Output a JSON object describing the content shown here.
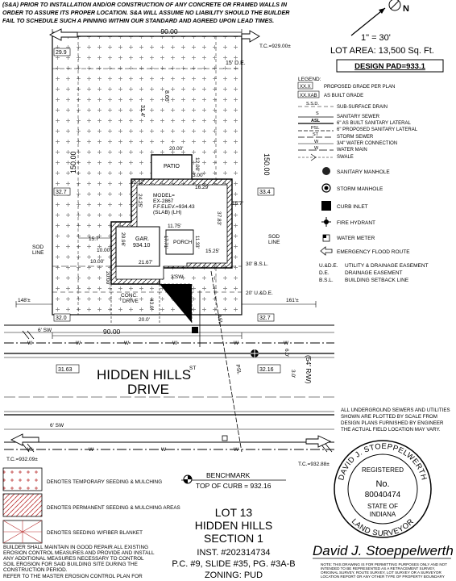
{
  "header_note": [
    "(S&A) PRIOR TO INSTALLATION AND/OR CONSTRUCTION OF ANY CONCRETE OR FRAMED WALLS IN",
    "ORDER TO ASSURE ITS PROPER LOCATION. S&A WILL ASSUME NO LIABILITY SHOULD THE BUILDER",
    "FAIL TO SCHEDULE SUCH A PINNING WITHIN OUR STANDARD AND AGREED UPON LEAD TIMES."
  ],
  "scale": "1\" = 30'",
  "lot_area": "LOT AREA: 13,500 Sq. Ft.",
  "design_pad": "DESIGN PAD=933.1",
  "legend": {
    "title": "LEGEND:",
    "items": [
      {
        "sym": "XX.X",
        "label": "PROPOSED GRADE PER PLAN"
      },
      {
        "sym": "XX.XAB",
        "label": "AS BUILT GRADE"
      },
      {
        "sym": "S.S.D.",
        "label": "SUB-SURFACE DRAIN"
      },
      {
        "sym": "S",
        "label": "SANITARY SEWER"
      },
      {
        "sym": "ASL",
        "label": "6\" AS BUILT SANITARY LATERAL"
      },
      {
        "sym": "PSL",
        "label": "6\" PROPOSED SANITARY LATERAL"
      },
      {
        "sym": "ST",
        "label": "STORM SEWER"
      },
      {
        "sym": "W",
        "label": "3/4\" WATER CONNECTION"
      },
      {
        "sym": "W",
        "label": "WATER MAIN"
      },
      {
        "sym": "",
        "label": "SWALE"
      }
    ],
    "symbols": [
      {
        "label": "SANITARY MANHOLE"
      },
      {
        "label": "STORM MANHOLE"
      },
      {
        "label": "CURB INLET"
      },
      {
        "label": "FIRE HYDRANT"
      },
      {
        "label": "WATER METER"
      },
      {
        "label": "EMERGENCY FLOOD ROUTE"
      }
    ],
    "abbrev": [
      {
        "abbr": "U.&D.E.",
        "label": "UTILITY & DRAINAGE EASEMENT"
      },
      {
        "abbr": "D.E.",
        "label": "DRAINAGE EASEMENT"
      },
      {
        "abbr": "B.S.L.",
        "label": "BUILDING SETBACK LINE"
      }
    ]
  },
  "plan": {
    "top_dim": "90.00",
    "bottom_dim": "90.00",
    "left_dim": "150.00",
    "right_dim": "150.00",
    "de_top": "15' D.E.",
    "dim_31_4": "31.4'",
    "dim_8_66": "8.66'",
    "patio": "PATIO",
    "patio_w": "20.00'",
    "patio_h": "12.00'",
    "h_32_37": "32.37'",
    "h_3_00": "3.00'",
    "h_16_29": "16.29'",
    "model": [
      "MODEL=",
      "EX-2867",
      "F.F.ELEV.=934.43",
      "(SLAB) (LH)"
    ],
    "d_24_25": "24.25'",
    "d_37_83": "37.83'",
    "d_11_75": "11.75'",
    "gar": "GAR.",
    "gar_elev": "934.10",
    "d_20_96": "20.96'",
    "d_10_00a": "10.00'",
    "d_10_00b": "10.00'",
    "porch": "PORCH",
    "d_17_71": "17.71'",
    "d_11_33": "11.33'",
    "d_15_25": "15.25'",
    "d_21_67": "21.67'",
    "d_15_7_left": "15.7'",
    "d_15_7_right": "15.7'",
    "sod_left": [
      "SOD",
      "LINE"
    ],
    "sod_right": [
      "SOD",
      "LINE"
    ],
    "bsl_30": "30' B.S.L.",
    "ude_20": "20' U.&D.E.",
    "d_20_00": "20.00'",
    "d_5sw": "3'SW",
    "conc_drive": [
      "CONC.",
      "DRIVE"
    ],
    "d_43_0": "43.0'",
    "d_20_0": "20.0'",
    "d_148": "148'±",
    "d_161": "161'±",
    "tc_top": "T.C.=929.00±",
    "tc_left": "T.C.=932.09±",
    "tc_right": "T.C.=932.88±",
    "g_29_9": "29.9",
    "g_32_7a": "32.7",
    "g_33_4": "33.4",
    "g_32_0": "32.0",
    "g_32_7b": "32.7",
    "g_31_63": "31.63",
    "g_32_16": "32.16",
    "sw_top": "6' SW",
    "sw_bottom": "6' SW",
    "d_6_0": "6.0'",
    "d_3_0": "3.0'",
    "row": "(54' R/W)",
    "street_1": "HIDDEN HILLS",
    "street_2": "DRIVE",
    "psl": "PSL",
    "asl": "ASL",
    "st": "ST"
  },
  "underground_note": [
    "ALL UNDERGROUND SEWERS AND UTILITIES",
    "SHOWN ARE PLOTTED BY SCALE FROM",
    "DESIGN PLANS FURNISHED BY ENGINEER",
    "THE ACTUAL FIELD LOCATION MAY VARY."
  ],
  "benchmark": {
    "title": "BENCHMARK",
    "value": "TOP OF CURB = 932.16"
  },
  "seeding": [
    "DENOTES TEMPORARY SEEDING & MULCHING",
    "DENOTES PERMANENT SEEDING & MULCHING AREAS",
    "DENOTES SEEDING W/FIBER BLANKET"
  ],
  "builder_note": [
    "BUILDER SHALL MAINTAIN IN GOOD REPAIR ALL EXISTING",
    "EROSION CONTROL MEASURES AND PROVIDE AND INSTALL",
    "ANY ADDITIONAL MEASURES NECESSARY TO CONTROL",
    "SOIL EROSION FOR SAID BUILDING SITE DURING THE",
    "CONSTRUCTION PERIOD.",
    "REFER TO THE MASTER EROSION CONTROL PLAN FOR"
  ],
  "title_block": [
    "LOT 13",
    "HIDDEN HILLS",
    "SECTION 1",
    "INST. #202314734",
    "P.C. #9, SLIDE #35, PG. #3A-B",
    "ZONING: PUD"
  ],
  "seal": {
    "name": "DAVID J. STOEPPELWERTH",
    "registered": "REGISTERED",
    "no": "No.",
    "number": "80040474",
    "state_of": "STATE OF",
    "state": "INDIANA",
    "bottom": "LAND SURVEYOR"
  },
  "signature": "David J. Stoeppelwerth",
  "disclaimer": [
    "NOTE: THIS DRAWING IS FOR PERMITTING PURPOSES ONLY AND NOT",
    "INTENDED TO BE REPRESENTED AS A RETRACEMENT SURVEY,",
    "ORIGINAL SURVEY, ROUTE SURVEY, LOT SURVEY OR A SURVEYOR",
    "LOCATION REPORT OR ANY OTHER TYPE OF PROPERTY BOUNDARY"
  ]
}
